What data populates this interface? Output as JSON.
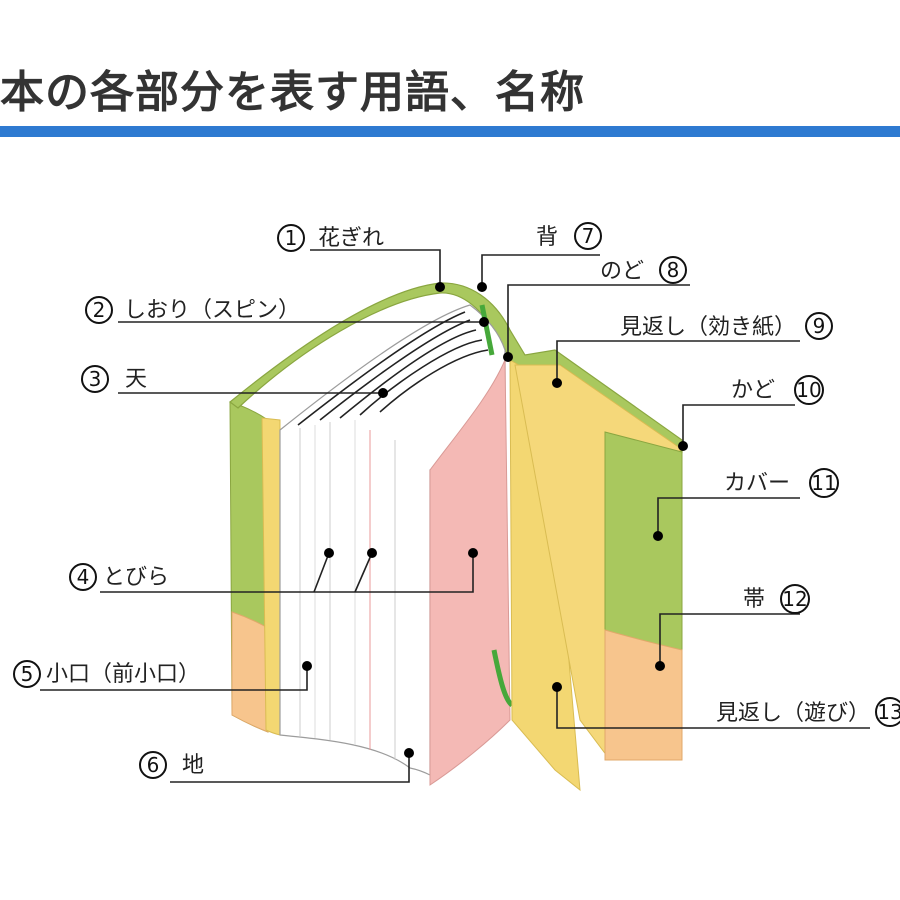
{
  "title": "本の各部分を表す用語、名称",
  "colors": {
    "accent_bar": "#2e7ad1",
    "cover_green": "#a9c85e",
    "obi_orange": "#f7c58d",
    "endpaper_yellow": "#f3d772",
    "title_page_pink": "#f4b9b5",
    "bookmark_green": "#46a83a"
  },
  "parts": [
    {
      "num": "1",
      "label": "花ぎれ"
    },
    {
      "num": "2",
      "label": "しおり（スピン）"
    },
    {
      "num": "3",
      "label": "天"
    },
    {
      "num": "4",
      "label": "とびら"
    },
    {
      "num": "5",
      "label": "小口（前小口）"
    },
    {
      "num": "6",
      "label": "地"
    },
    {
      "num": "7",
      "label": "背"
    },
    {
      "num": "8",
      "label": "のど"
    },
    {
      "num": "9",
      "label": "見返し（効き紙）"
    },
    {
      "num": "10",
      "label": "かど"
    },
    {
      "num": "11",
      "label": "カバー"
    },
    {
      "num": "12",
      "label": "帯"
    },
    {
      "num": "13",
      "label": "見返し（遊び）"
    }
  ]
}
